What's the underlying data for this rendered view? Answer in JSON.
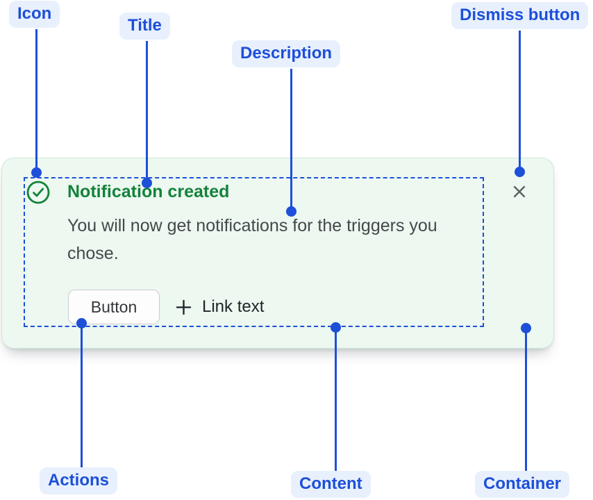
{
  "annotations": {
    "icon": "Icon",
    "title": "Title",
    "description": "Description",
    "dismiss_button": "Dismiss button",
    "actions": "Actions",
    "content": "Content",
    "container": "Container"
  },
  "flag": {
    "title": "Notification created",
    "description": "You will now get notifications for the triggers you chose.",
    "actions": {
      "button_label": "Button",
      "link_label": "Link text"
    }
  },
  "icons": {
    "status": "success-check-icon",
    "dismiss": "cross-icon",
    "link": "plus-icon"
  },
  "colors": {
    "annotation_blue": "#1d4fd8",
    "annotation_pill_bg": "#e8f0fd",
    "success_green": "#15823b",
    "card_bg": "#ecf8f0",
    "card_border": "#cfe8d8",
    "description_text": "#45484b",
    "dismiss_gray": "#5e6165",
    "button_border": "#c9ccce",
    "button_bg": "#fdfdfd",
    "button_text": "#33373b",
    "link_text": "#1f2328"
  }
}
